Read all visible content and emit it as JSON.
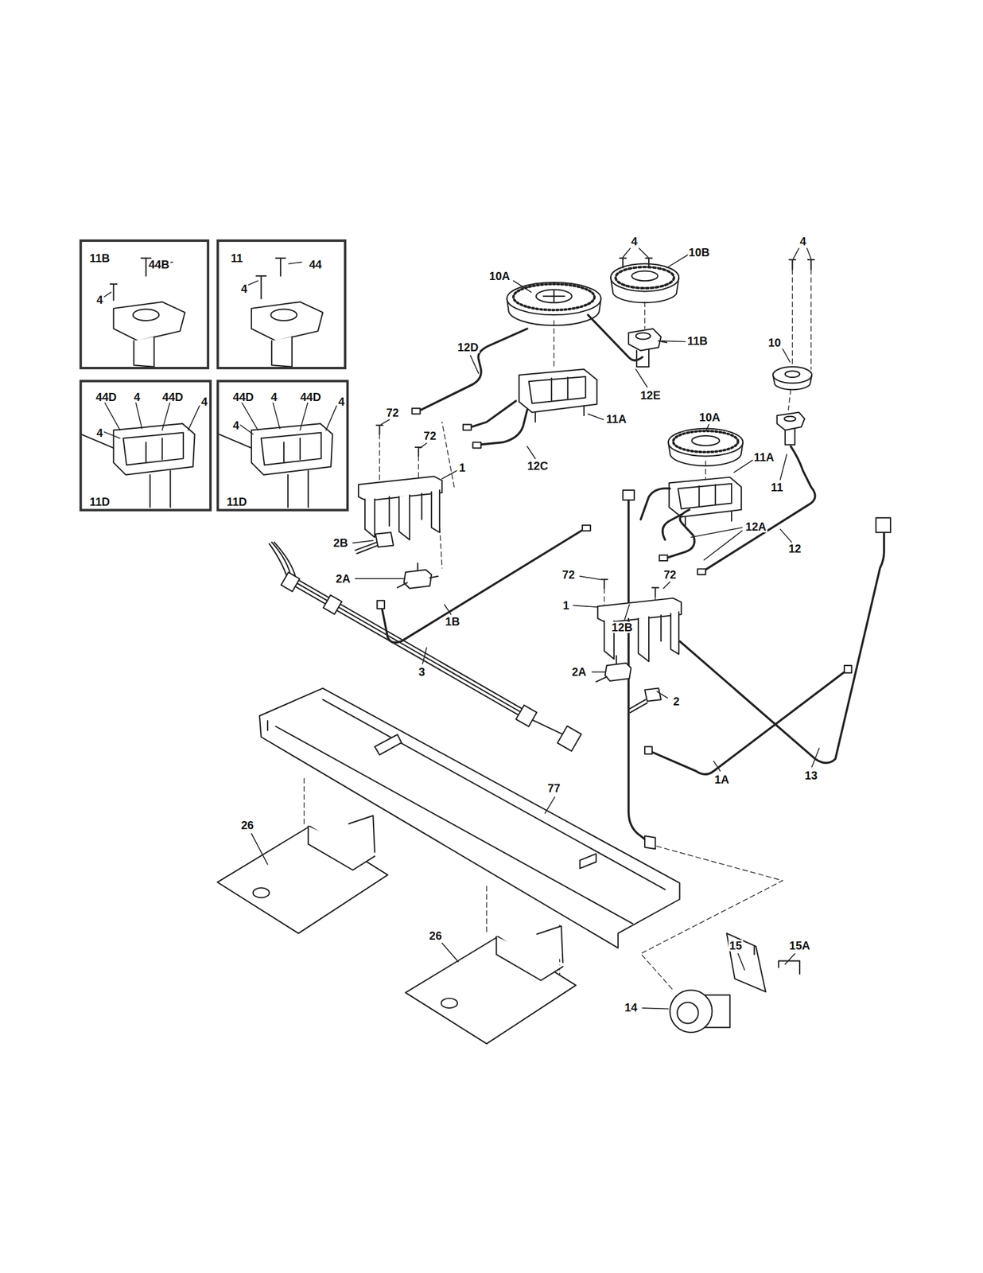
{
  "diagram": {
    "nodes": [
      {
        "text": [
          "11B",
          "44B",
          "4"
        ]
      },
      {
        "text": [
          "11",
          "44",
          "4"
        ]
      },
      {
        "text": [
          "44D",
          "4",
          "44D",
          "4",
          "4",
          "11D"
        ]
      },
      {
        "text": [
          "44D",
          "4",
          "44D",
          "4",
          "4",
          "11D"
        ]
      }
    ],
    "edges": [],
    "labels": [
      "4",
      "10B",
      "10A",
      "11B",
      "12D",
      "12E",
      "4",
      "10",
      "72",
      "72",
      "11A",
      "10A",
      "12C",
      "1",
      "11A",
      "11",
      "2B",
      "12A",
      "12",
      "2A",
      "1B",
      "72",
      "72",
      "1",
      "12B",
      "2A",
      "3",
      "2",
      "1A",
      "13",
      "77",
      "26",
      "26",
      "15",
      "15A",
      "14"
    ]
  }
}
